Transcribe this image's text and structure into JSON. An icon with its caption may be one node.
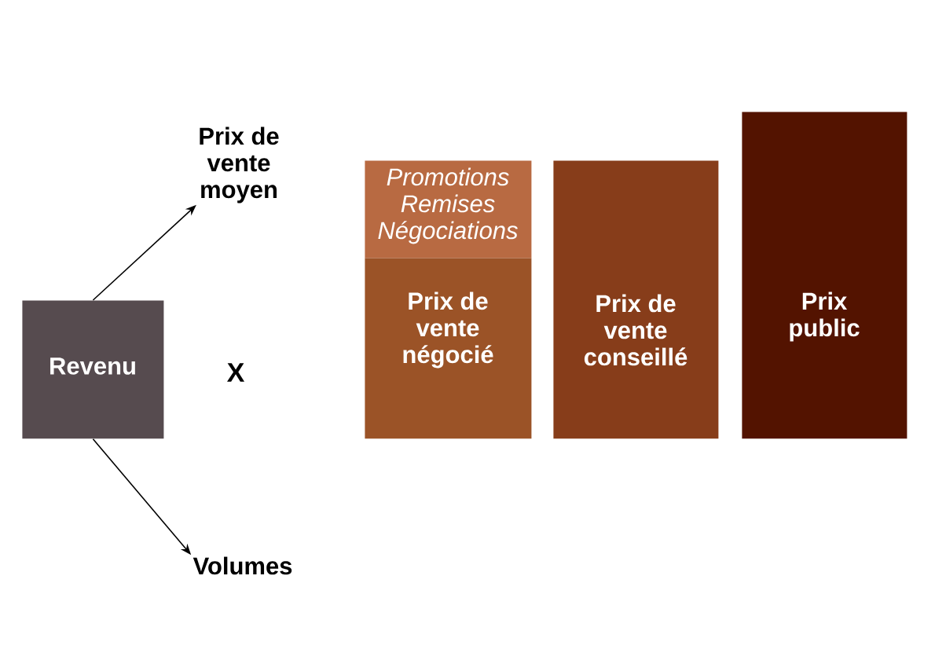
{
  "diagram": {
    "nodes": [
      {
        "text": [
          "Revenu"
        ]
      },
      {
        "text": [
          "Prix de vente moyen"
        ]
      },
      {
        "text": [
          "Volumes"
        ]
      },
      {
        "text": [
          "Promotions Remises Négociations"
        ]
      },
      {
        "text": [
          "Prix de vente négocié"
        ]
      },
      {
        "text": [
          "Prix de vente conseillé"
        ]
      },
      {
        "text": [
          "Prix public"
        ]
      }
    ],
    "edges": [
      {
        "from": 0,
        "to": 1,
        "arrow": "to"
      },
      {
        "from": 0,
        "to": 2,
        "arrow": "to"
      }
    ],
    "labels": [
      "X"
    ]
  }
}
